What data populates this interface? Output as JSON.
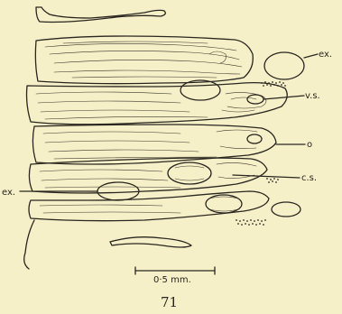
{
  "figure": {
    "labels": {
      "ex_top": "ex.",
      "vs": "v.s.",
      "o": "o",
      "cs": "c.s.",
      "ex_left": "ex.",
      "scale": "0·5 mm."
    },
    "figure_number": "71",
    "colors": {
      "paper": "#f5f0c8",
      "ink": "#2a2620"
    }
  }
}
